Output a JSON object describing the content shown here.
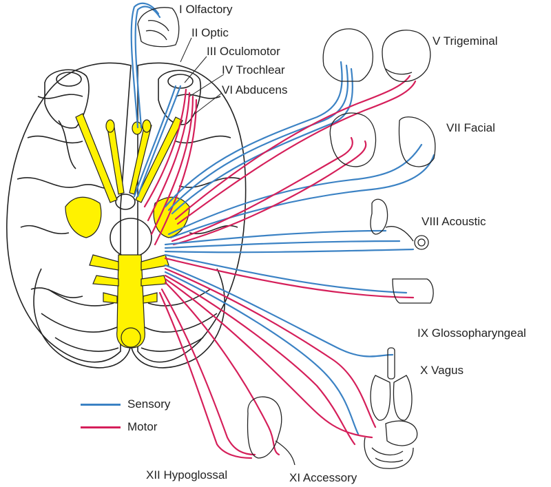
{
  "colors": {
    "sensory": "#3b82c4",
    "motor": "#d51f5a",
    "nerve_fill": "#fff200",
    "outline": "#222222"
  },
  "legend": [
    {
      "label": "Sensory",
      "color_key": "sensory"
    },
    {
      "label": "Motor",
      "color_key": "motor"
    }
  ],
  "nerves": [
    {
      "label": "I Olfactory",
      "fibers": [
        "sensory"
      ]
    },
    {
      "label": "II Optic",
      "fibers": [
        "sensory"
      ]
    },
    {
      "label": "III Oculomotor",
      "fibers": [
        "motor"
      ]
    },
    {
      "label": "IV Trochlear",
      "fibers": [
        "motor"
      ]
    },
    {
      "label": "VI Abducens",
      "fibers": [
        "motor"
      ]
    },
    {
      "label": "V Trigeminal",
      "fibers": [
        "sensory",
        "motor"
      ]
    },
    {
      "label": "VII Facial",
      "fibers": [
        "sensory",
        "motor"
      ]
    },
    {
      "label": "VIII Acoustic",
      "fibers": [
        "sensory"
      ]
    },
    {
      "label": "IX Glossopharyngeal",
      "fibers": [
        "sensory",
        "motor"
      ]
    },
    {
      "label": "X Vagus",
      "fibers": [
        "sensory",
        "motor"
      ]
    },
    {
      "label": "XI Accessory",
      "fibers": [
        "motor"
      ]
    },
    {
      "label": "XII Hypoglossal",
      "fibers": [
        "motor"
      ]
    }
  ]
}
